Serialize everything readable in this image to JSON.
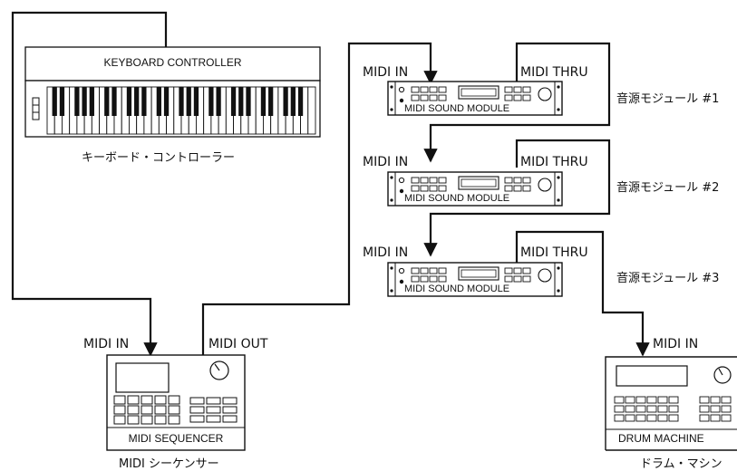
{
  "keyboard": {
    "title": "KEYBOARD CONTROLLER",
    "caption": "キーボード・コントローラー"
  },
  "sequencer": {
    "label": "MIDI SEQUENCER",
    "caption": "MIDI シーケンサー",
    "in_label": "MIDI  IN",
    "out_label": "MIDI  OUT"
  },
  "modules": [
    {
      "label": "MIDI SOUND MODULE",
      "caption": "音源モジュール #1",
      "in_label": "MIDI  IN",
      "thru_label": "MIDI  THRU"
    },
    {
      "label": "MIDI SOUND MODULE",
      "caption": "音源モジュール #2",
      "in_label": "MIDI  IN",
      "thru_label": "MIDI  THRU"
    },
    {
      "label": "MIDI SOUND MODULE",
      "caption": "音源モジュール #3",
      "in_label": "MIDI  IN",
      "thru_label": "MIDI  THRU"
    }
  ],
  "drum": {
    "label": "DRUM MACHINE",
    "caption": "ドラム・マシン",
    "in_label": "MIDI  IN"
  }
}
